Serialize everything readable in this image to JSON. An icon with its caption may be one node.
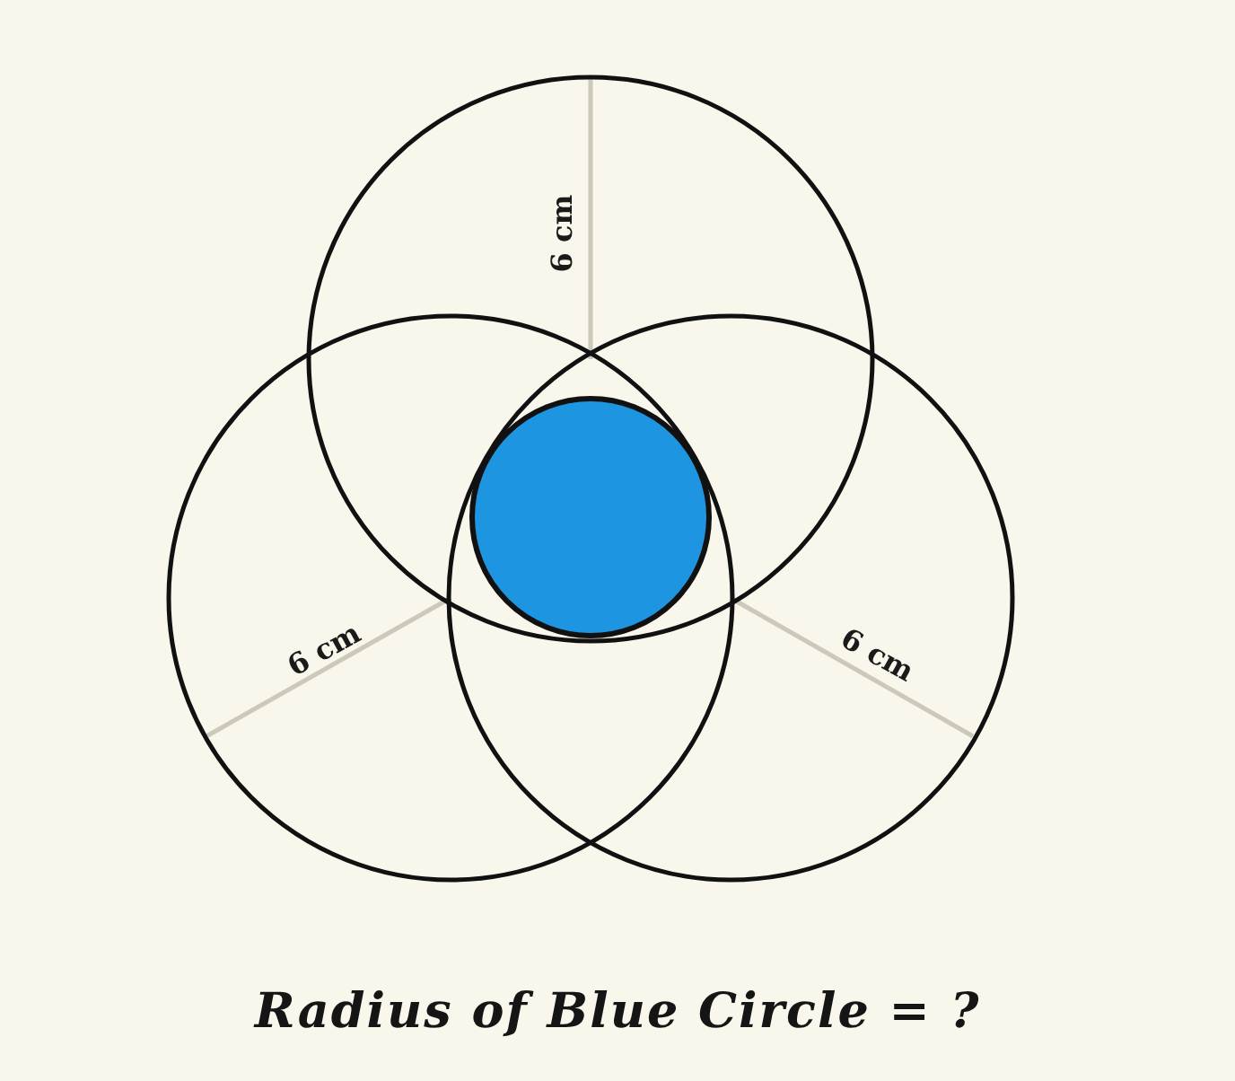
{
  "diagram": {
    "caption": "Radius of Blue Circle = ?",
    "labels": [
      "6 cm",
      "6 cm",
      "6 cm"
    ]
  }
}
